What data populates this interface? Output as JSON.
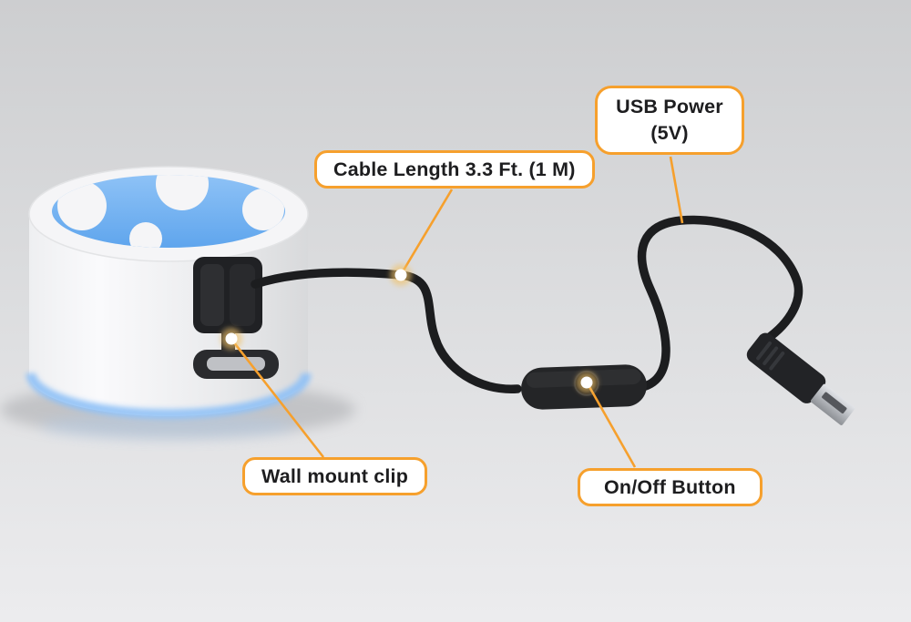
{
  "colors": {
    "bg_top": "#cdced0",
    "bg_bottom": "#ececee",
    "accent_orange": "#f6a02d",
    "callout_bg": "#ffffff",
    "callout_text": "#1d1d1f",
    "cable_black": "#1c1d1f",
    "device_top_blue": "#74b1f0",
    "base_glow_blue": "#8fc1f7",
    "dot_core": "#ffffff",
    "dot_glow": "#f2c268"
  },
  "callouts": {
    "usb_power": {
      "label": "USB Power\n(5V)"
    },
    "cable_length": {
      "label": "Cable Length 3.3 Ft. (1 M)"
    },
    "wall_mount": {
      "label": "Wall mount clip"
    },
    "on_off": {
      "label": "On/Off Button"
    }
  }
}
